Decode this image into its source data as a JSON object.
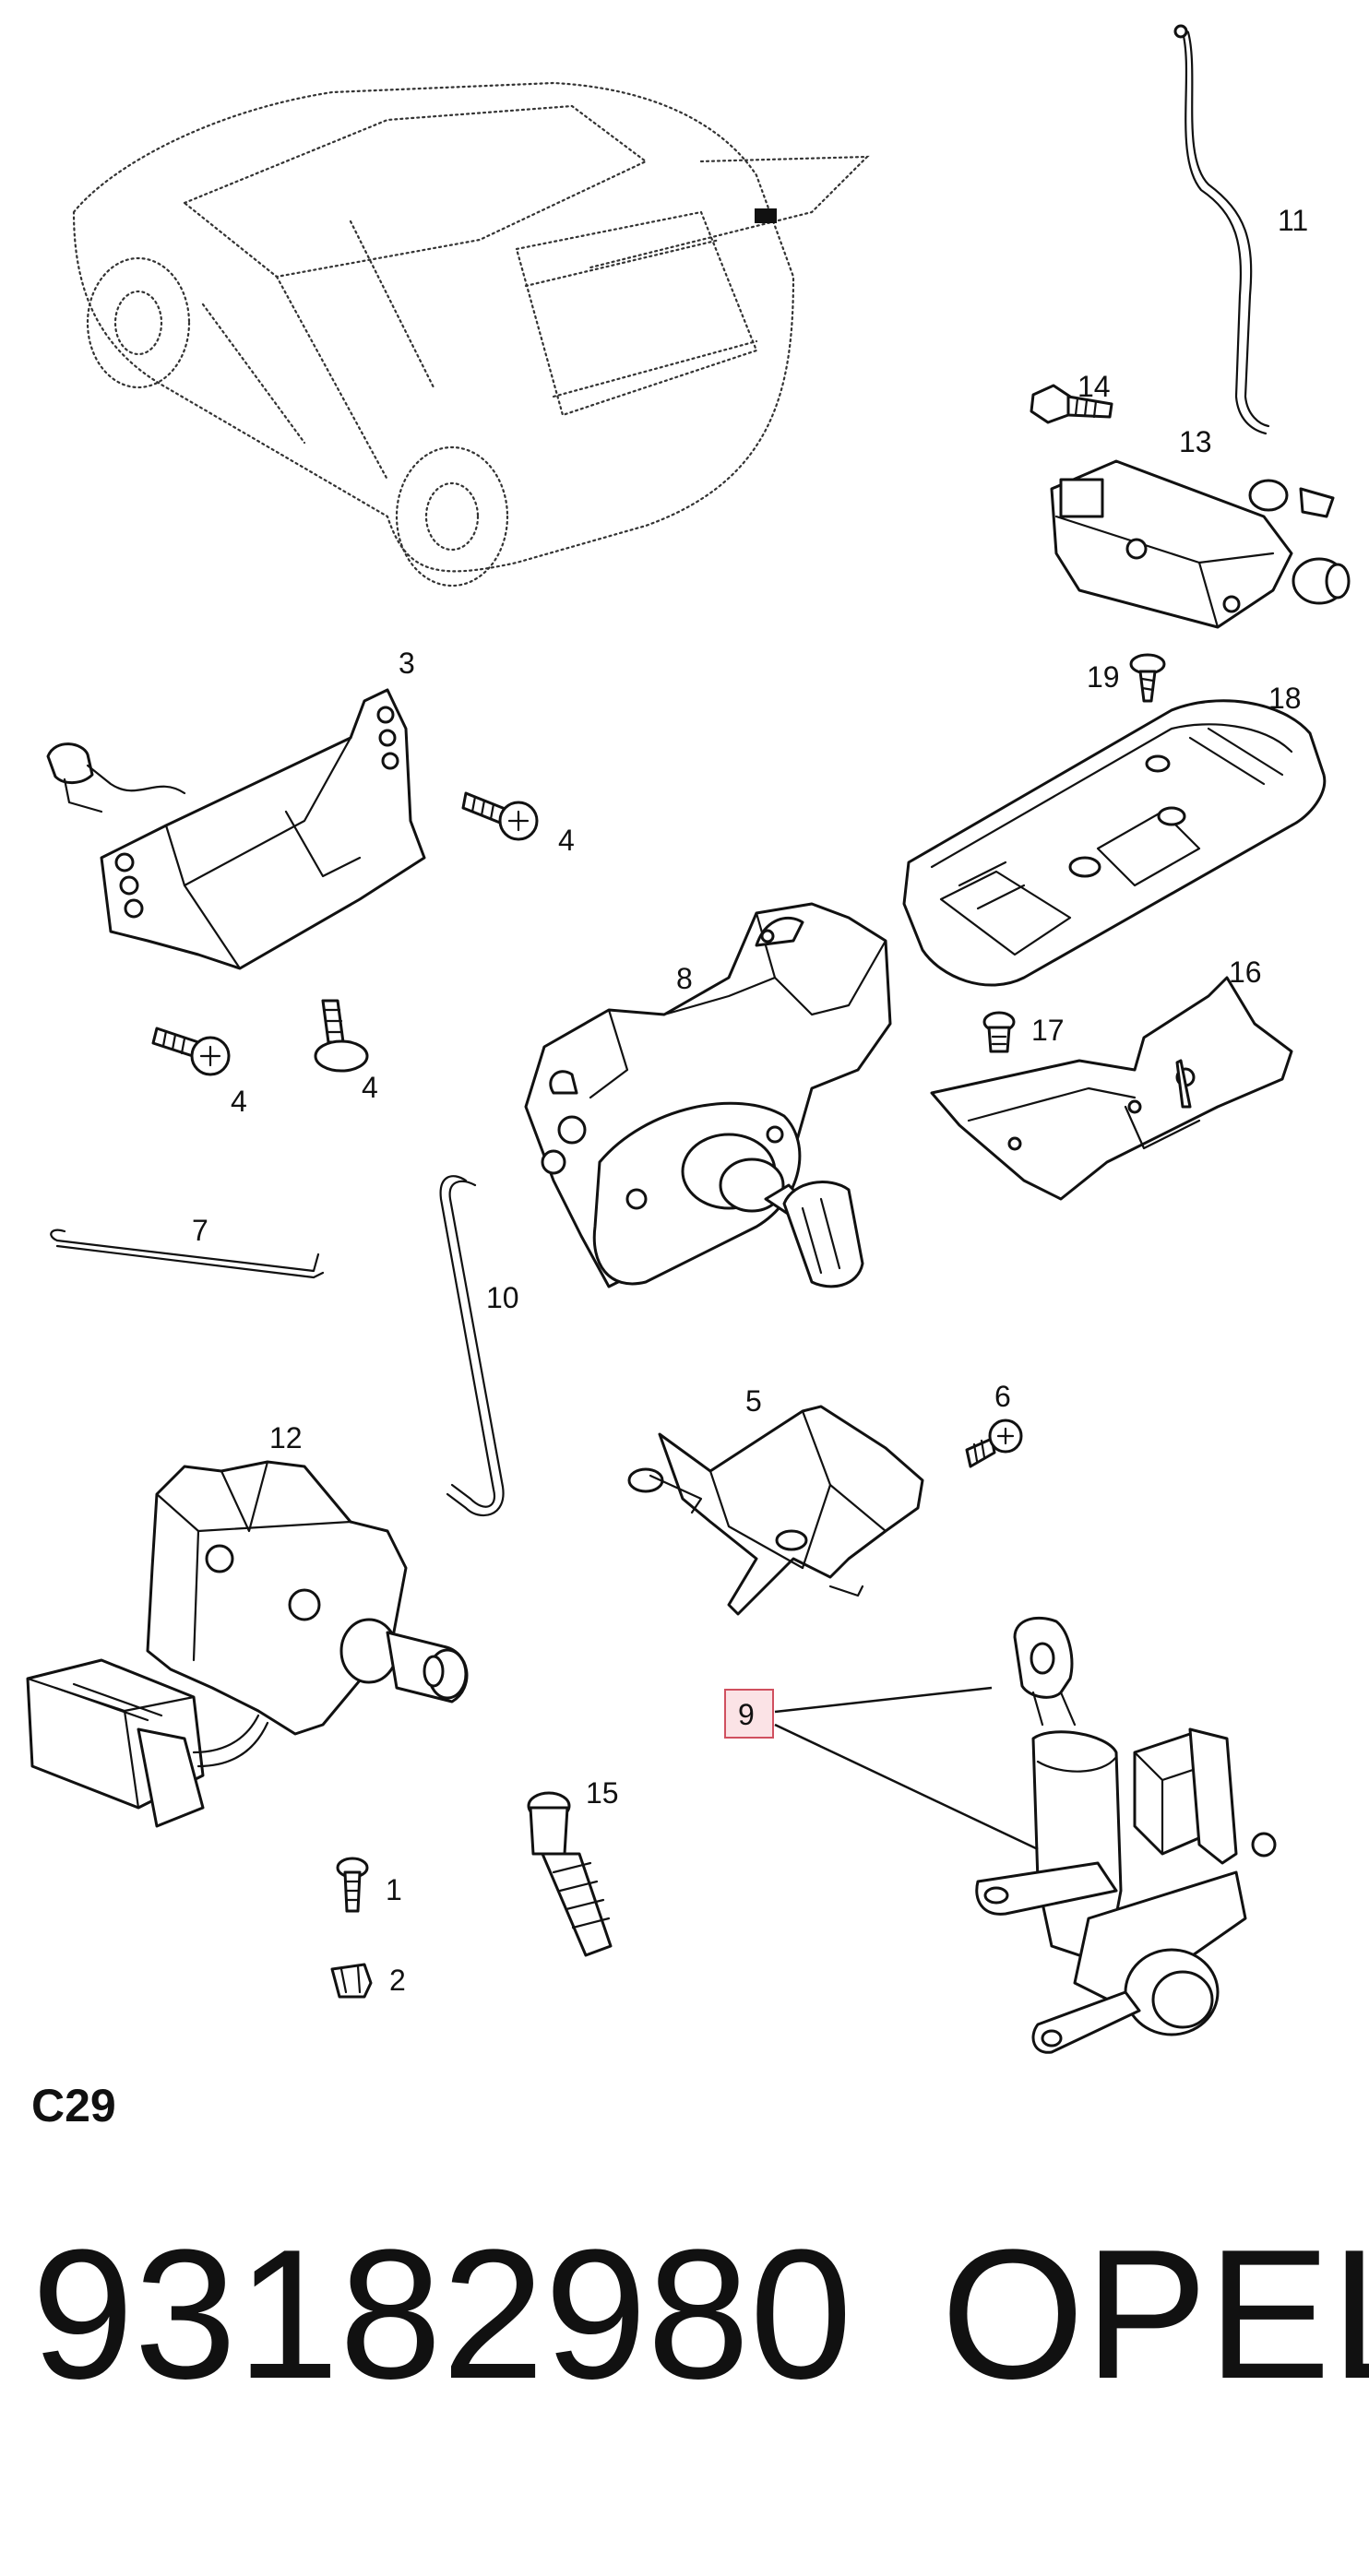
{
  "diagram": {
    "code": "C29",
    "callouts": {
      "p1": "1",
      "p2": "2",
      "p3": "3",
      "p4a": "4",
      "p4b": "4",
      "p4c": "4",
      "p5": "5",
      "p6": "6",
      "p7": "7",
      "p8": "8",
      "p9": "9",
      "p10": "10",
      "p11": "11",
      "p12": "12",
      "p13": "13",
      "p14": "14",
      "p15": "15",
      "p16": "16",
      "p17": "17",
      "p18": "18",
      "p19": "19"
    },
    "highlighted_callout": "9",
    "highlight_color": "#d0505f"
  },
  "footer": {
    "part_number": "93182980",
    "brand": "OPEL"
  }
}
